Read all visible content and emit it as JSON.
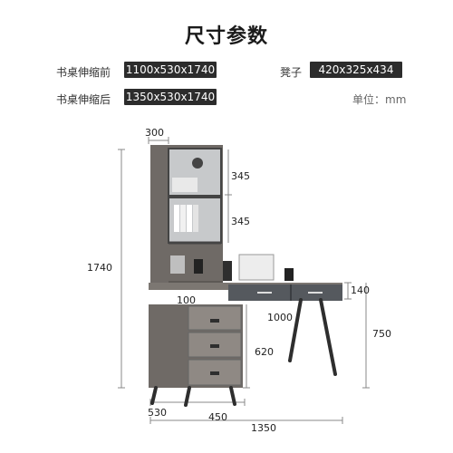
{
  "title": "尺寸参数",
  "specs": [
    {
      "label": "书桌伸缩前",
      "value": "1100x530x1740"
    },
    {
      "label": "书桌伸缩后",
      "value": "1350x530x1740"
    },
    {
      "label": "凳子",
      "value": "420x325x434"
    }
  ],
  "unit": "单位：mm",
  "dimensions": {
    "top_width": "300",
    "height_total": "1740",
    "shelf_upper": "345",
    "shelf_lower": "345",
    "desk_front": "140",
    "desk_side": "1000",
    "desk_height": "750",
    "cabinet_height": "620",
    "step_label": "100",
    "depth": "530",
    "cabinet_width": "450",
    "total_width": "1350"
  },
  "colors": {
    "frame": "#6f6a66",
    "drawer": "#8f8984",
    "glass": "#c7c9cb",
    "desktop": "#7c7772",
    "drawer_front": "#55595e",
    "legs": "#2e2e2e"
  }
}
